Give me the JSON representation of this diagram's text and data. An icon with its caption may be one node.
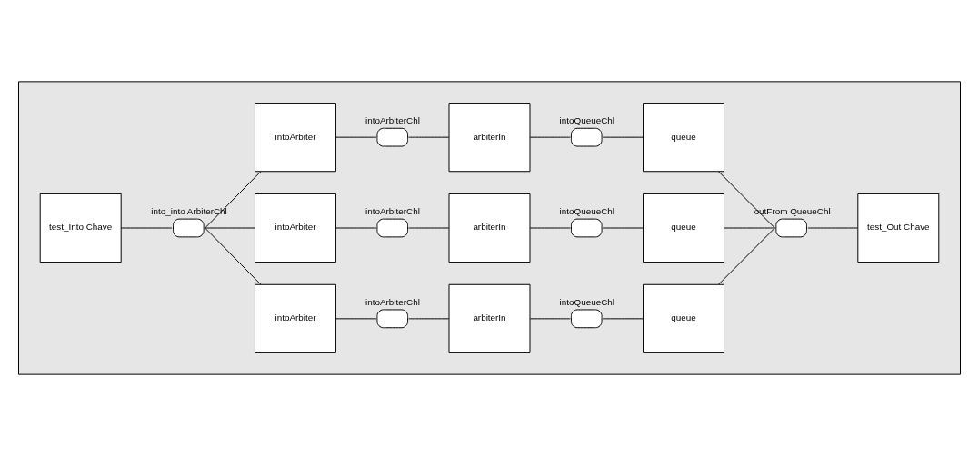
{
  "diagram": {
    "nodes": [
      {
        "text": [],
        "shape": "box"
      },
      {
        "text": [
          "test_Into Chave"
        ],
        "in": 0
      },
      {
        "text": [],
        "shape": "cylinder",
        "beside": [
          "into_into ArbiterChl"
        ],
        "in": 0
      },
      {
        "text": [
          "intoArbiter"
        ],
        "in": 0
      },
      {
        "text": [],
        "shape": "cylinder",
        "beside": [
          "intoArbiterChl"
        ],
        "in": 0
      },
      {
        "text": [
          "arbiterIn"
        ],
        "in": 0
      },
      {
        "text": [],
        "shape": "cylinder",
        "beside": [
          "intoQueueChl"
        ],
        "in": 0
      },
      {
        "text": [
          "queue"
        ],
        "in": 0
      },
      {
        "text": [
          "intoArbiter"
        ],
        "in": 0
      },
      {
        "text": [],
        "shape": "cylinder",
        "beside": [
          "intoArbiterChl"
        ],
        "in": 0
      },
      {
        "text": [
          "arbiterIn"
        ],
        "in": 0
      },
      {
        "text": [],
        "shape": "cylinder",
        "beside": [
          "intoQueueChl"
        ],
        "in": 0
      },
      {
        "text": [
          "queue"
        ],
        "in": 0
      },
      {
        "text": [
          "intoArbiter"
        ],
        "in": 0
      },
      {
        "text": [],
        "shape": "cylinder",
        "beside": [
          "intoArbiterChl"
        ],
        "in": 0
      },
      {
        "text": [
          "arbiterIn"
        ],
        "in": 0
      },
      {
        "text": [],
        "shape": "cylinder",
        "beside": [
          "intoQueueChl"
        ],
        "in": 0
      },
      {
        "text": [
          "queue"
        ],
        "in": 0
      },
      {
        "text": [],
        "shape": "cylinder",
        "beside": [
          "outFrom QueueChl"
        ],
        "in": 0
      },
      {
        "text": [
          "test_Out Chave"
        ],
        "in": 0
      }
    ],
    "edges": [
      {
        "from": 1,
        "to": 2,
        "arrow": "none"
      },
      {
        "from": 2,
        "to": 3,
        "arrow": "none"
      },
      {
        "from": 2,
        "to": 8,
        "arrow": "none"
      },
      {
        "from": 2,
        "to": 13,
        "arrow": "none"
      },
      {
        "from": 3,
        "to": 4,
        "arrow": "none"
      },
      {
        "from": 4,
        "to": 5,
        "arrow": "none"
      },
      {
        "from": 5,
        "to": 6,
        "arrow": "none"
      },
      {
        "from": 6,
        "to": 7,
        "arrow": "none"
      },
      {
        "from": 8,
        "to": 9,
        "arrow": "none"
      },
      {
        "from": 9,
        "to": 10,
        "arrow": "none"
      },
      {
        "from": 10,
        "to": 11,
        "arrow": "none"
      },
      {
        "from": 11,
        "to": 12,
        "arrow": "none"
      },
      {
        "from": 13,
        "to": 14,
        "arrow": "none"
      },
      {
        "from": 14,
        "to": 15,
        "arrow": "none"
      },
      {
        "from": 15,
        "to": 16,
        "arrow": "none"
      },
      {
        "from": 16,
        "to": 17,
        "arrow": "none"
      },
      {
        "from": 7,
        "to": 18,
        "arrow": "none"
      },
      {
        "from": 12,
        "to": 18,
        "arrow": "none"
      },
      {
        "from": 17,
        "to": 18,
        "arrow": "none"
      },
      {
        "from": 18,
        "to": 19,
        "arrow": "none"
      }
    ]
  }
}
